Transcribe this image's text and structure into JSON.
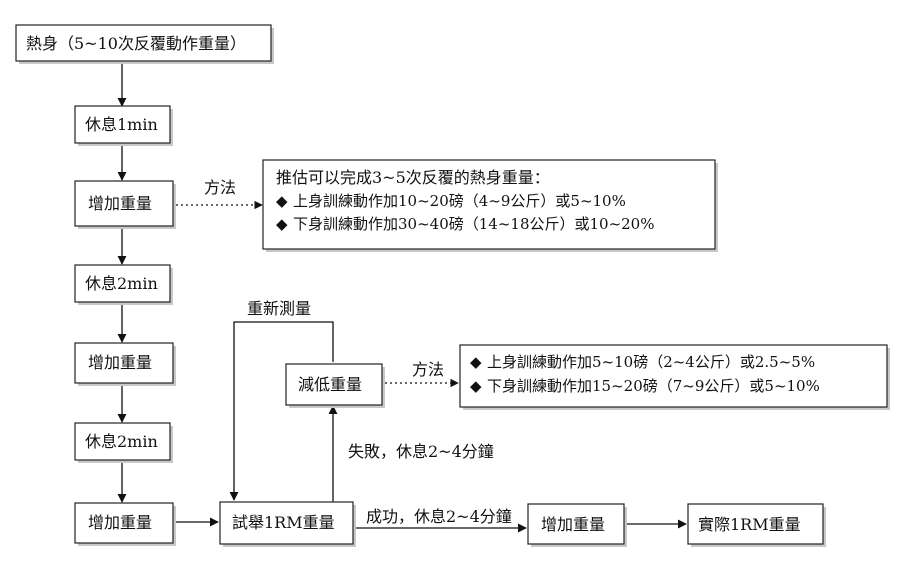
{
  "nodes": {
    "warmup": "熱身（5~10次反覆動作重量）",
    "rest_1": "休息1min",
    "add_weight_1": "增加重量",
    "rest_2a": "休息2min",
    "add_weight_2": "增加重量",
    "rest_2b": "休息2min",
    "add_weight_3": "增加重量",
    "try_1rm": "試舉1RM重量",
    "reduce_weight": "減低重量",
    "add_weight_4": "增加重量",
    "actual_1rm": "實際1RM重量"
  },
  "edge_labels": {
    "method_1": "方法",
    "method_2": "方法",
    "remeasure": "重新測量",
    "fail": "失敗，休息2~4分鐘",
    "success": "成功，休息2~4分鐘"
  },
  "note_warmup": {
    "title": "推估可以完成3~5次反覆的熱身重量：",
    "bullet_glyph": "◆",
    "upper": "上身訓練動作加10~20磅（4~9公斤）或5~10%",
    "lower": "下身訓練動作加30~40磅（14~18公斤）或10~20%"
  },
  "note_reduce": {
    "bullet_glyph": "◆",
    "upper": "上身訓練動作加5~10磅（2~4公斤）或2.5~5%",
    "lower": "下身訓練動作加15~20磅（7~9公斤）或5~10%"
  }
}
